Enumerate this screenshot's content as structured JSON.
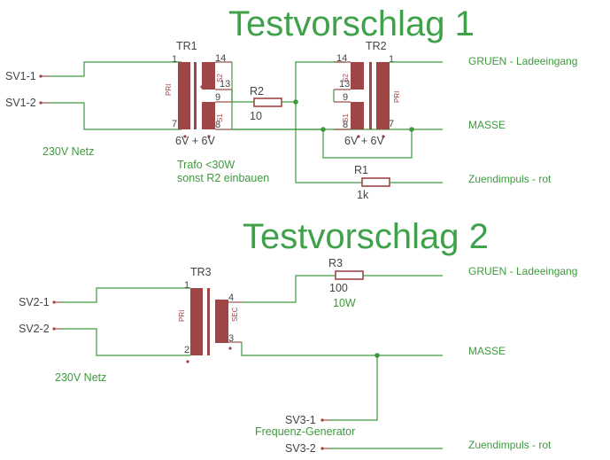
{
  "titles": {
    "t1": "Testvorschlag 1",
    "t2": "Testvorschlag 2"
  },
  "colors": {
    "wire": "#3d9a3d",
    "component": "#a04545",
    "title": "#3fa24b",
    "label_dark": "#444444"
  },
  "circuit1": {
    "connectors": [
      "SV1-1",
      "SV1-2"
    ],
    "supply_label": "230V Netz",
    "tr1": {
      "name": "TR1",
      "pins": [
        "1",
        "7",
        "14",
        "13",
        "9",
        "8"
      ],
      "primary": "PRI",
      "sec": [
        "S2",
        "S1"
      ],
      "rating": "6V + 6V"
    },
    "r2": {
      "name": "R2",
      "value": "10"
    },
    "tr2": {
      "name": "TR2",
      "pins": [
        "14",
        "13",
        "9",
        "8",
        "1",
        "7"
      ],
      "primary": "PRI",
      "sec": [
        "S2",
        "S1"
      ],
      "rating": "6V + 6V"
    },
    "r1": {
      "name": "R1",
      "value": "1k"
    },
    "note_line1": "Trafo <30W",
    "note_line2": "sonst R2 einbauen",
    "outputs": [
      "GRUEN - Ladeeingang",
      "MASSE",
      "Zuendimpuls - rot"
    ]
  },
  "circuit2": {
    "connectors": [
      "SV2-1",
      "SV2-2"
    ],
    "supply_label": "230V Netz",
    "tr3": {
      "name": "TR3",
      "pins": [
        "1",
        "2",
        "4",
        "3"
      ],
      "primary": "PRI",
      "secondary": "SEC"
    },
    "r3": {
      "name": "R3",
      "value": "100",
      "power": "10W"
    },
    "generator": {
      "pin1": "SV3-1",
      "pin2": "SV3-2",
      "label": "Frequenz-Generator"
    },
    "outputs": [
      "GRUEN - Ladeeingang",
      "MASSE",
      "Zuendimpuls - rot"
    ]
  }
}
